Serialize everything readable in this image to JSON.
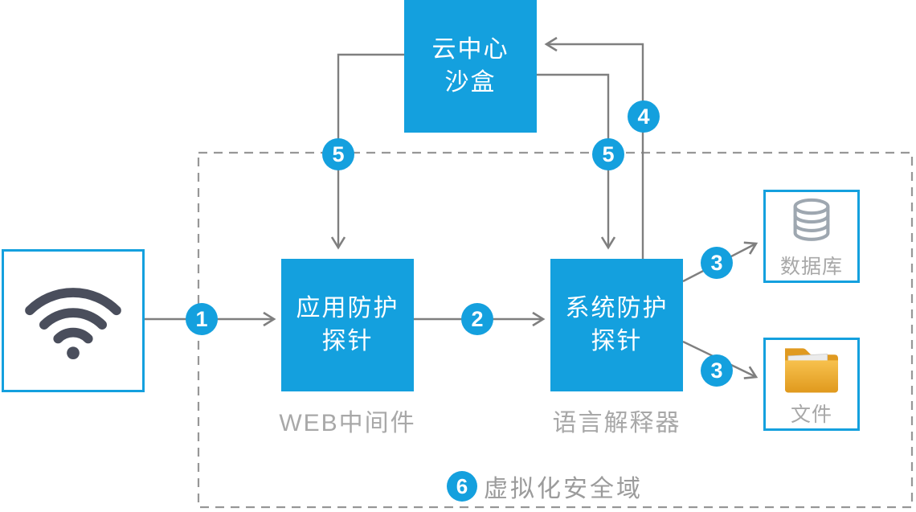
{
  "nodes": {
    "cloud_sandbox": {
      "line1": "云中心",
      "line2": "沙盒"
    },
    "app_probe": {
      "line1": "应用防护",
      "line2": "探针",
      "caption": "WEB中间件"
    },
    "sys_probe": {
      "line1": "系统防护",
      "line2": "探针",
      "caption": "语言解释器"
    },
    "database": {
      "caption": "数据库"
    },
    "files": {
      "caption": "文件"
    }
  },
  "steps": {
    "n1": "1",
    "n2": "2",
    "n3_database": "3",
    "n3_file": "3",
    "n4": "4",
    "n5_left": "5",
    "n5_right": "5",
    "n6": "6"
  },
  "domain_zone": {
    "label": "虚拟化安全域"
  },
  "icons": {
    "wifi": "wifi-icon",
    "database": "database-icon",
    "folder": "folder-icon"
  },
  "colors": {
    "accent_blue": "#14a0de",
    "line_gray": "#7f7f7f",
    "caption_gray": "#a8a8a8",
    "dash_gray": "#979797",
    "wifi_dark": "#4a4e5c",
    "folder_yellow": "#eda426",
    "database_icon_gray": "#9ea7b0"
  }
}
